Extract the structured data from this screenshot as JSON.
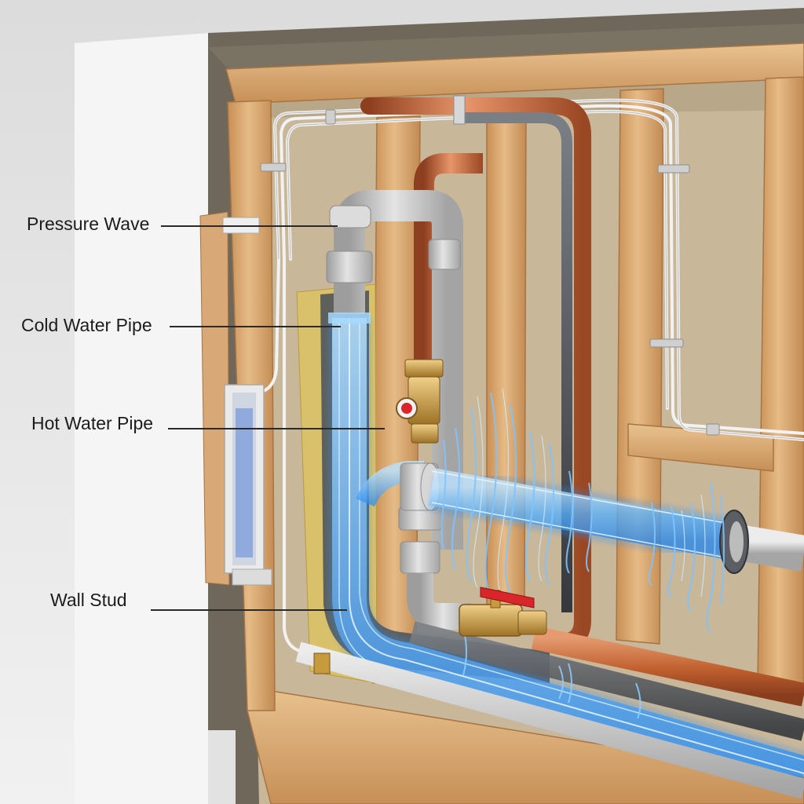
{
  "labels": {
    "pressure_wave": "Pressure Wave",
    "cold_water_pipe": "Cold Water Pipe",
    "hot_water_pipe": "Hot Water Pipe",
    "wall_stud": "Wall Stud"
  },
  "colors": {
    "background": "#e6e6e6",
    "drywall": "#f4f4f4",
    "insulation_board": "#6f6759",
    "wood_stud": "#dcae79",
    "cavity_back": "#c9b79a",
    "copper": "#c8663c",
    "pvc_gray": "#bdbdbd",
    "dark_pipe": "#4f5358",
    "water_glow": "#4aa8ff",
    "fiberglass_insulation": "#d9c06a",
    "valve_handle": "#d8262b",
    "brass": "#c89a3e"
  },
  "icons": [
    "ball-valve-icon",
    "pipe-clamp-icon"
  ]
}
